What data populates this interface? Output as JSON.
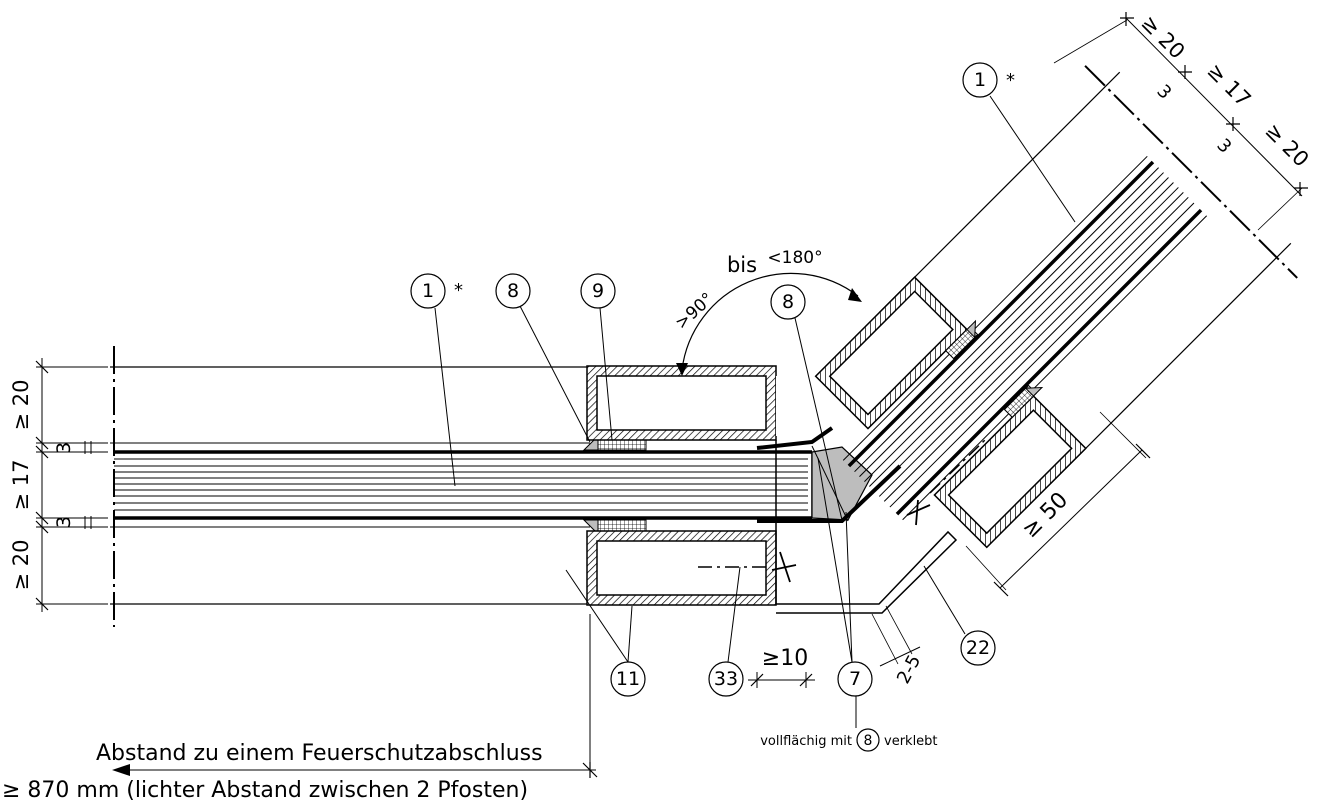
{
  "callouts": {
    "c1_left": "1",
    "c1_right": "1",
    "c8_left": "8",
    "c8_right": "8",
    "c9": "9",
    "c11": "11",
    "c33": "33",
    "c7": "7",
    "c22": "22",
    "c8_note": "8"
  },
  "asterisk": "*",
  "dims": {
    "left_top_20": "≥ 20",
    "left_3a": "3",
    "left_17": "≥ 17",
    "left_3b": "3",
    "left_bottom_20": "≥ 20",
    "right_20a": "≥ 20",
    "right_3a": "3",
    "right_17": "≥ 17",
    "right_3b": "3",
    "right_20b": "≥ 20",
    "dim_50": "≥ 50",
    "dim_10": "≥10",
    "dim_2_5": "2-5"
  },
  "angle": {
    "from": ">90°",
    "word": "bis",
    "to": "<180°"
  },
  "note7": {
    "before": "vollflächig mit",
    "after": "verklebt"
  },
  "bottom": {
    "line1": "Abstand zu einem Feuerschutzabschluss",
    "line2": "≥ 870 mm (lichter Abstand zwischen 2 Pfosten)"
  },
  "colors": {
    "line": "#000000",
    "sealant": "#bdbdbd",
    "background": "#ffffff"
  }
}
